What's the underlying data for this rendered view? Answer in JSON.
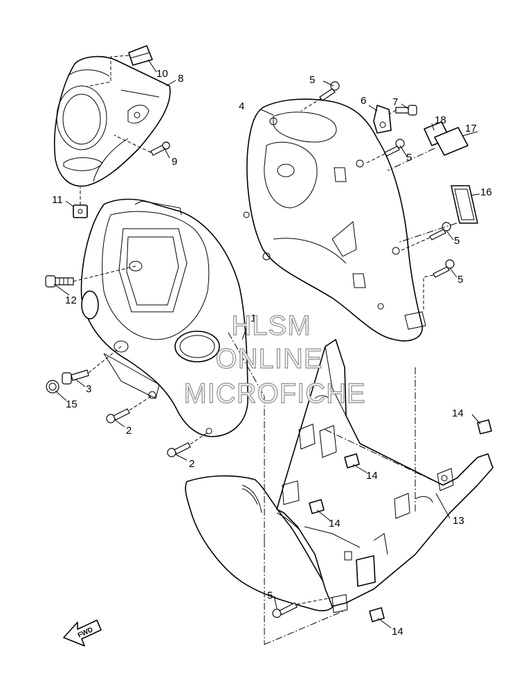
{
  "callouts": {
    "c1": "1",
    "c2a": "2",
    "c2b": "2",
    "c3": "3",
    "c4": "4",
    "c5a": "5",
    "c5b": "5",
    "c5c": "5",
    "c5d": "5",
    "c5e": "5",
    "c6": "6",
    "c7": "7",
    "c8": "8",
    "c9": "9",
    "c10": "10",
    "c11": "11",
    "c12": "12",
    "c13": "13",
    "c14a": "14",
    "c14b": "14",
    "c14c": "14",
    "c14d": "14",
    "c15": "15",
    "c16": "16",
    "c17": "17",
    "c18": "18"
  },
  "watermark": {
    "line1": "HLSM",
    "line2": "ONLINE",
    "line3": "MICROFICHE"
  },
  "fwd_label": "FWD"
}
